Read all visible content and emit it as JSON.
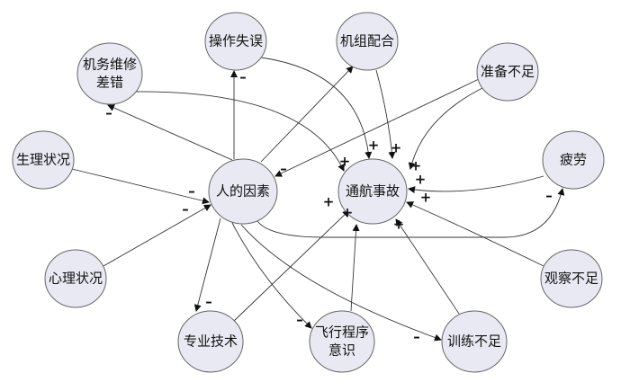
{
  "nodes": [
    {
      "id": "maint",
      "lines": [
        "机务维修",
        "差错"
      ]
    },
    {
      "id": "op",
      "lines": [
        "操作失误"
      ]
    },
    {
      "id": "crew",
      "lines": [
        "机组配合"
      ]
    },
    {
      "id": "prep",
      "lines": [
        "准备不足"
      ]
    },
    {
      "id": "phys",
      "lines": [
        "生理状况"
      ]
    },
    {
      "id": "human",
      "lines": [
        "人的因素"
      ]
    },
    {
      "id": "acc",
      "lines": [
        "通航事故"
      ]
    },
    {
      "id": "fatigue",
      "lines": [
        "疲劳"
      ]
    },
    {
      "id": "psych",
      "lines": [
        "心理状况"
      ]
    },
    {
      "id": "obs",
      "lines": [
        "观察不足"
      ]
    },
    {
      "id": "skill",
      "lines": [
        "专业技术"
      ]
    },
    {
      "id": "proc",
      "lines": [
        "飞行程序",
        "意识"
      ]
    },
    {
      "id": "train",
      "lines": [
        "训练不足"
      ]
    }
  ],
  "edges": [
    {
      "from": "human",
      "to": "maint",
      "sign": "-"
    },
    {
      "from": "human",
      "to": "op",
      "sign": "-"
    },
    {
      "from": "human",
      "to": "crew",
      "sign": ""
    },
    {
      "from": "prep",
      "to": "human",
      "sign": "-"
    },
    {
      "from": "phys",
      "to": "human",
      "sign": "-"
    },
    {
      "from": "psych",
      "to": "human",
      "sign": "-"
    },
    {
      "from": "human",
      "to": "skill",
      "sign": "-"
    },
    {
      "from": "human",
      "to": "proc",
      "sign": "-"
    },
    {
      "from": "human",
      "to": "train",
      "sign": "-"
    },
    {
      "from": "human",
      "to": "fatigue",
      "sign": "-"
    },
    {
      "from": "maint",
      "to": "acc",
      "sign": "+"
    },
    {
      "from": "op",
      "to": "acc",
      "sign": "+"
    },
    {
      "from": "crew",
      "to": "acc",
      "sign": "+"
    },
    {
      "from": "prep",
      "to": "acc",
      "sign": "+"
    },
    {
      "from": "fatigue",
      "to": "acc",
      "sign": "+"
    },
    {
      "from": "obs",
      "to": "acc",
      "sign": "+"
    },
    {
      "from": "skill",
      "to": "acc",
      "sign": "+"
    },
    {
      "from": "proc",
      "to": "acc",
      "sign": "+"
    },
    {
      "from": "train",
      "to": "acc",
      "sign": "+"
    }
  ]
}
